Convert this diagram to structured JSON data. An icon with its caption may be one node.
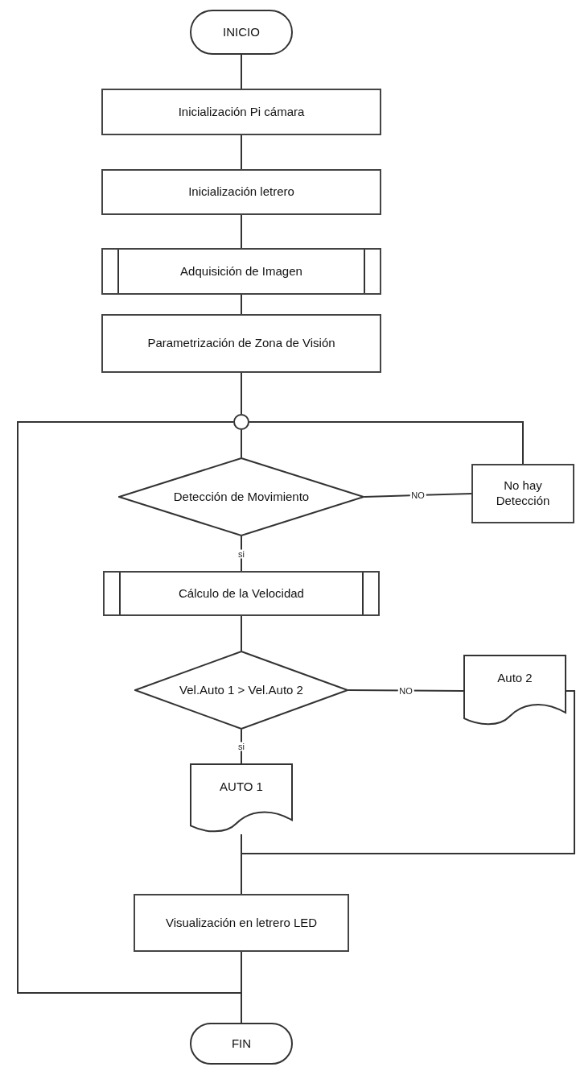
{
  "diagram": {
    "nodes": [
      {
        "text": [
          "INICIO"
        ]
      },
      {
        "text": [
          "Inicialización Pi cámara"
        ]
      },
      {
        "text": [
          "Inicialización letrero"
        ]
      },
      {
        "text": [
          "Adquisición de Imagen"
        ]
      },
      {
        "text": [
          "Parametrización de Zona de Visión"
        ]
      },
      {
        "text": [],
        "shape": "circle"
      },
      {
        "text": [
          "Detección de Movimiento"
        ]
      },
      {
        "text": [
          "No hay Detección"
        ]
      },
      {
        "text": [
          "Cálculo de la Velocidad"
        ]
      },
      {
        "text": [
          "Vel.Auto 1 > Vel.Auto 2"
        ]
      },
      {
        "text": [
          "Auto 2"
        ]
      },
      {
        "text": [
          "AUTO 1"
        ]
      },
      {
        "text": [
          "Visualización en letrero LED"
        ]
      },
      {
        "text": [
          "FIN"
        ]
      }
    ],
    "edges": [
      {
        "from": 0,
        "to": 1,
        "arrow": "none"
      },
      {
        "from": 1,
        "to": 2,
        "arrow": "none"
      },
      {
        "from": 2,
        "to": 3,
        "arrow": "none"
      },
      {
        "from": 3,
        "to": 4,
        "arrow": "none"
      },
      {
        "from": 4,
        "to": 5,
        "arrow": "none"
      },
      {
        "from": 5,
        "to": 6,
        "arrow": "none"
      },
      {
        "from": 6,
        "to": 7,
        "arrow": "none",
        "label": "NO"
      },
      {
        "from": 7,
        "to": 5,
        "arrow": "none"
      },
      {
        "from": 6,
        "to": 8,
        "arrow": "none",
        "label": "si"
      },
      {
        "from": 8,
        "to": 9,
        "arrow": "none"
      },
      {
        "from": 9,
        "to": 10,
        "arrow": "none",
        "label": "NO"
      },
      {
        "from": 9,
        "to": 11,
        "arrow": "none",
        "label": "si"
      },
      {
        "from": 11,
        "to": 12,
        "arrow": "none"
      },
      {
        "from": 10,
        "to": 12,
        "arrow": "none"
      },
      {
        "from": 12,
        "to": 13,
        "arrow": "none"
      },
      {
        "from": 12,
        "to": 5,
        "arrow": "none"
      }
    ]
  }
}
